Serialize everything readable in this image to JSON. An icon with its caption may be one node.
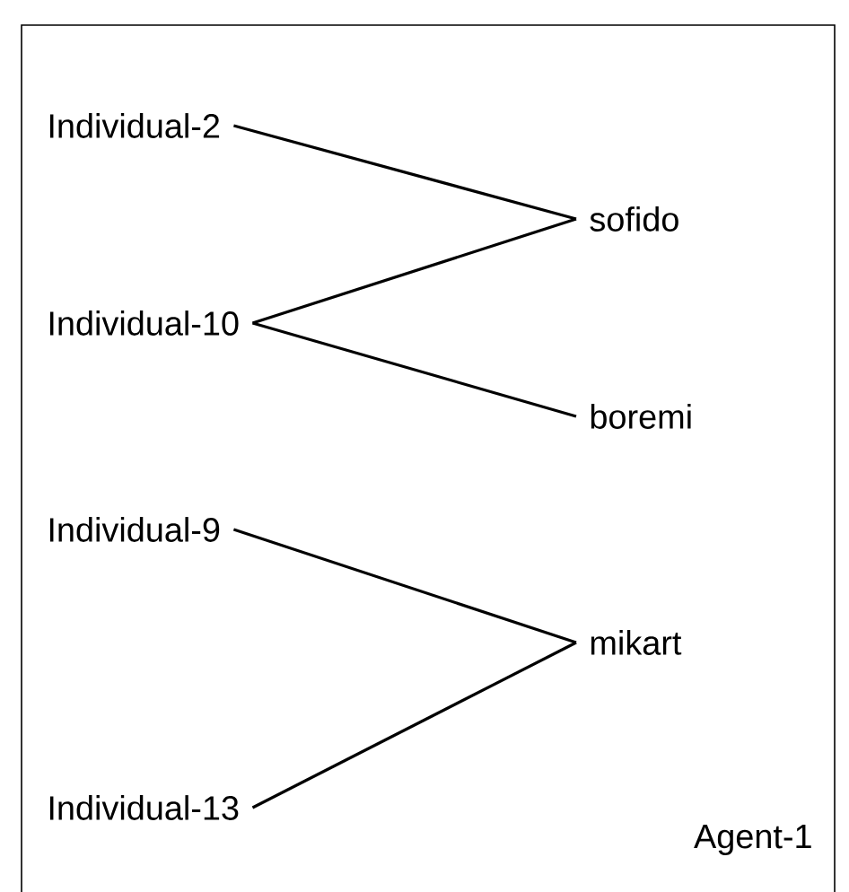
{
  "diagram": {
    "nodes": [
      {
        "text": [
          "Individual-2"
        ]
      },
      {
        "text": [
          "Individual-10"
        ]
      },
      {
        "text": [
          "Individual-9"
        ]
      },
      {
        "text": [
          "Individual-13"
        ]
      },
      {
        "text": [
          "sofido"
        ]
      },
      {
        "text": [
          "boremi"
        ]
      },
      {
        "text": [
          "mikart"
        ]
      }
    ],
    "edges": [
      {
        "from": 0,
        "to": 4,
        "arrow": "none"
      },
      {
        "from": 1,
        "to": 4,
        "arrow": "none"
      },
      {
        "from": 1,
        "to": 5,
        "arrow": "none"
      },
      {
        "from": 2,
        "to": 6,
        "arrow": "none"
      },
      {
        "from": 3,
        "to": 6,
        "arrow": "none"
      }
    ],
    "labels": [
      "Agent-1"
    ]
  }
}
